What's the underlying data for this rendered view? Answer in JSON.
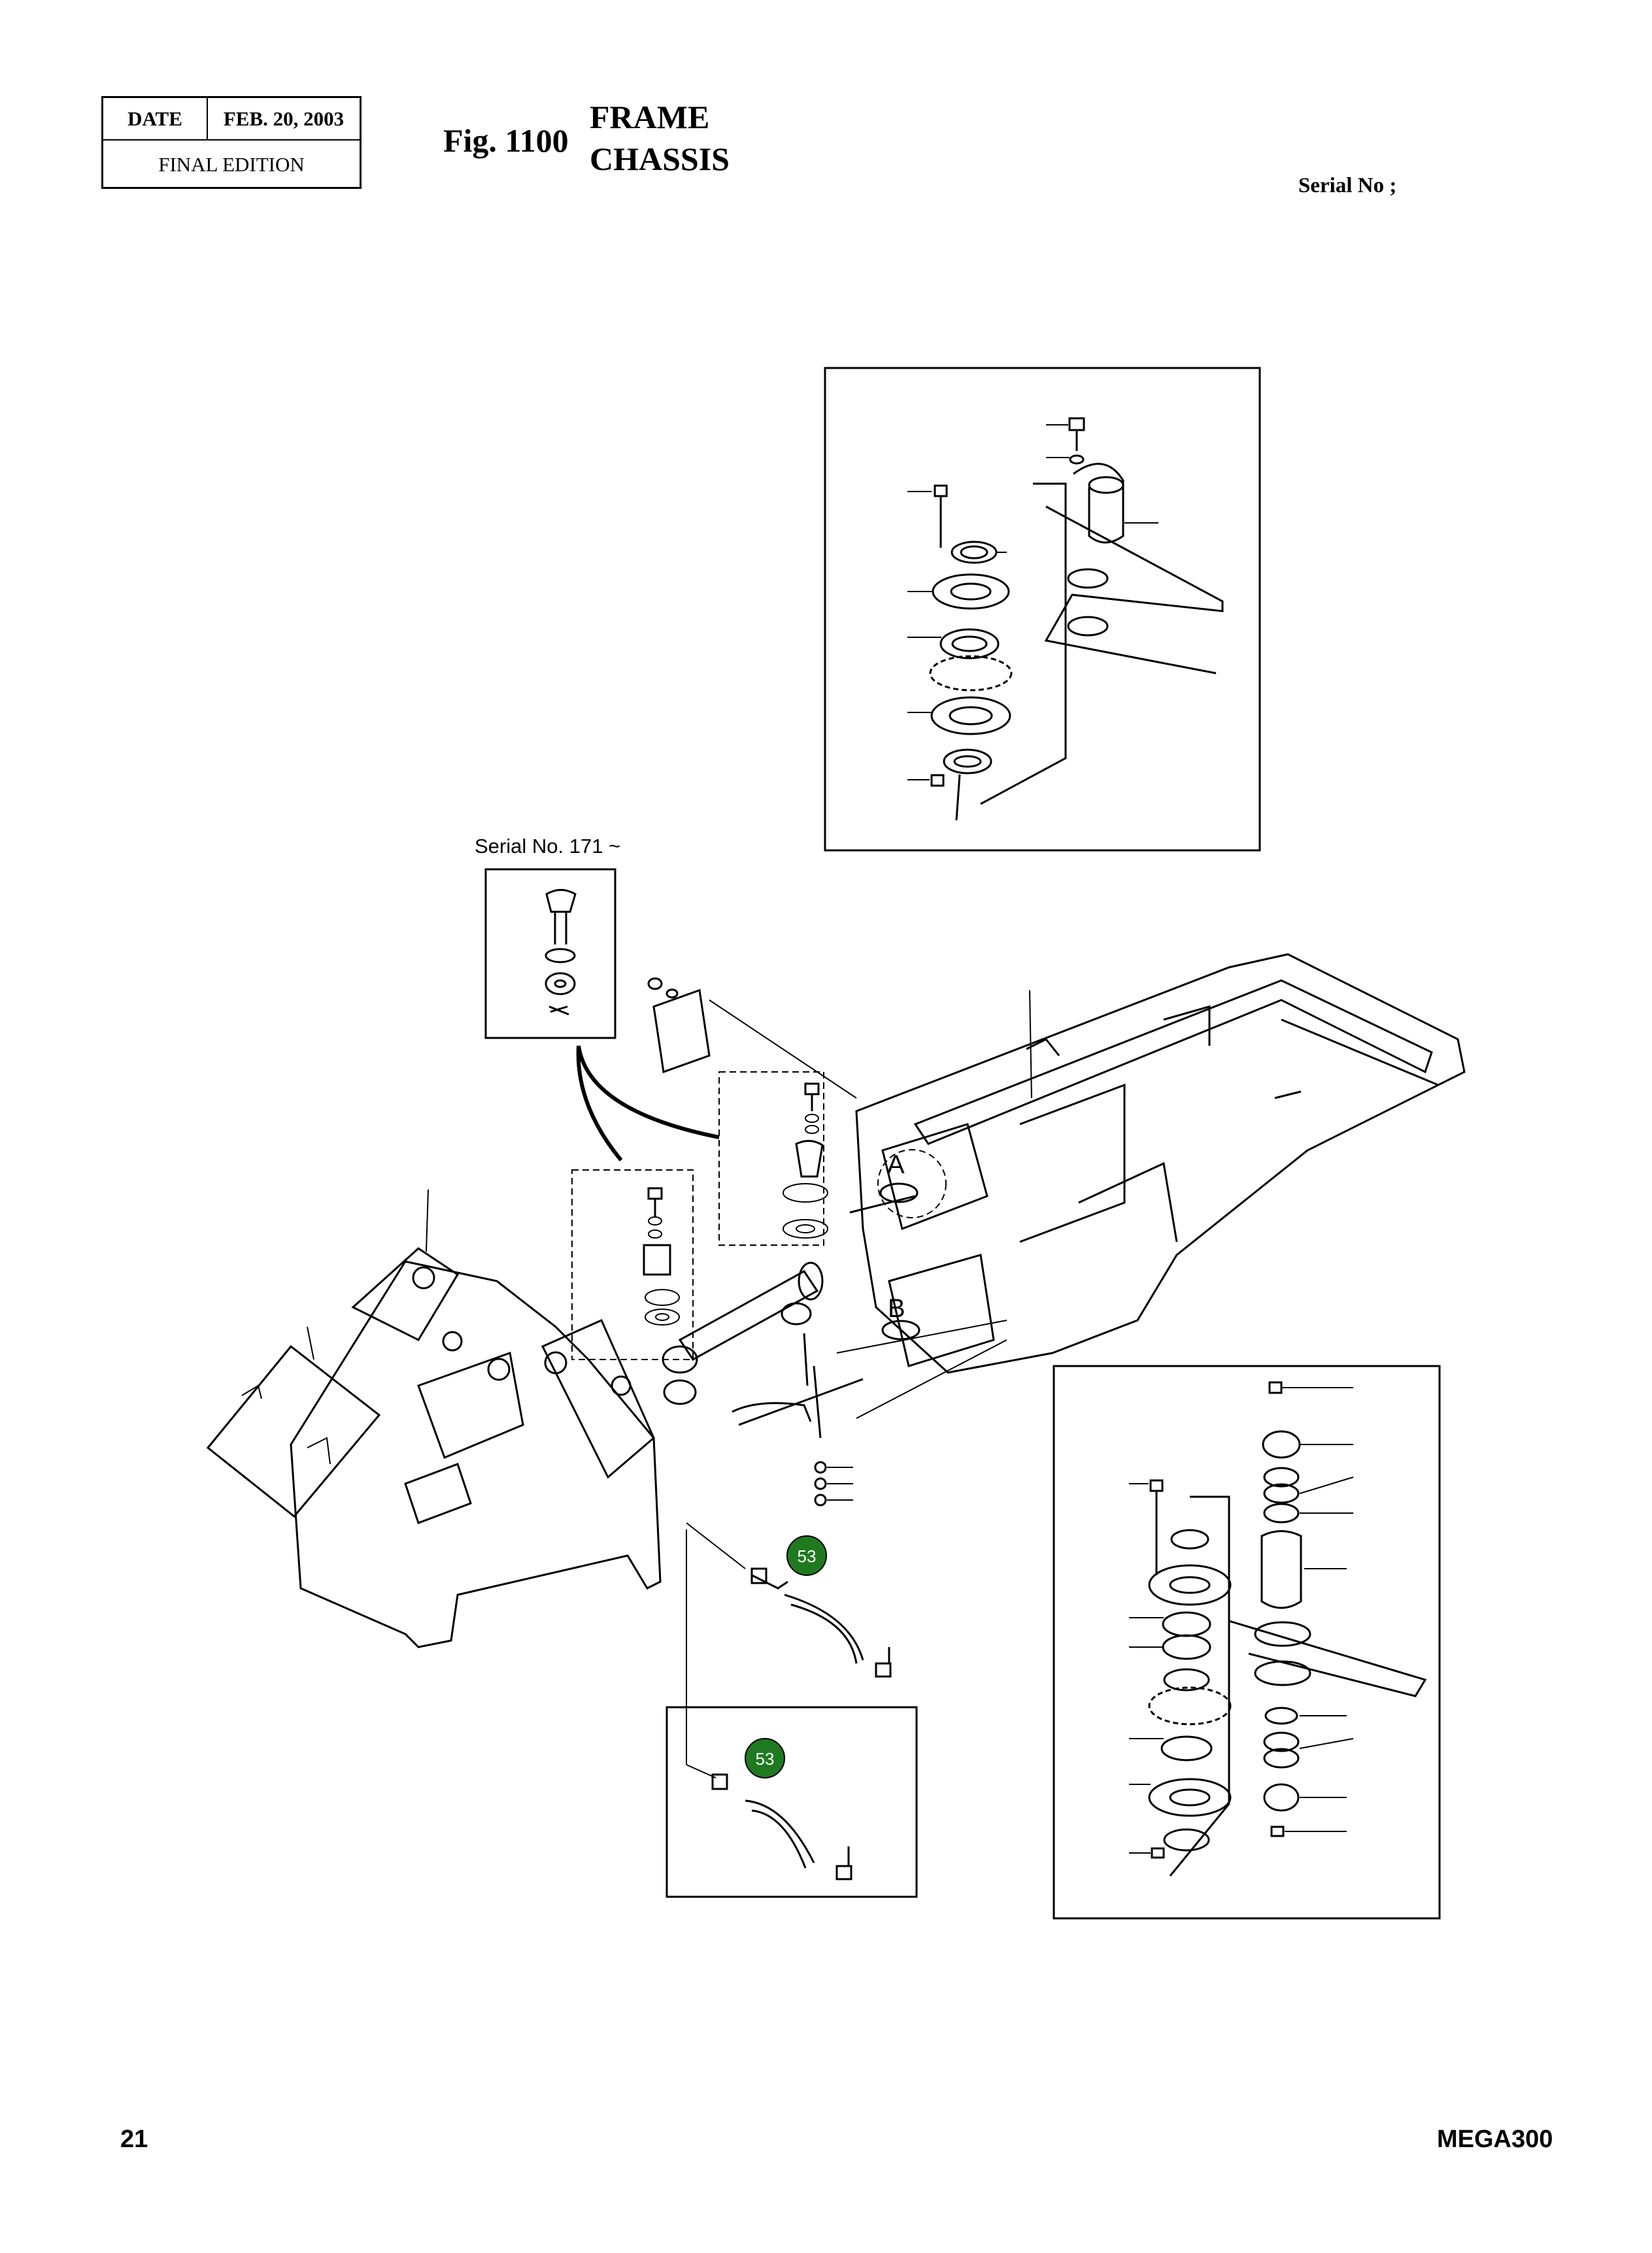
{
  "header": {
    "date_label": "DATE",
    "date_value": "FEB. 20, 2003",
    "edition": "FINAL EDITION"
  },
  "figure": {
    "number": "Fig. 1100",
    "title_line1": "FRAME",
    "title_line2": "CHASSIS"
  },
  "serial_label": "Serial No ;",
  "serial_range_note": "Serial No. 171 ~",
  "detail_labels": {
    "a": "A",
    "b": "B"
  },
  "callouts": [
    {
      "label": "53",
      "color": "#1f7a1f"
    },
    {
      "label": "53",
      "color": "#1f7a1f"
    }
  ],
  "footer": {
    "page_number": "21",
    "model": "MEGA300"
  }
}
